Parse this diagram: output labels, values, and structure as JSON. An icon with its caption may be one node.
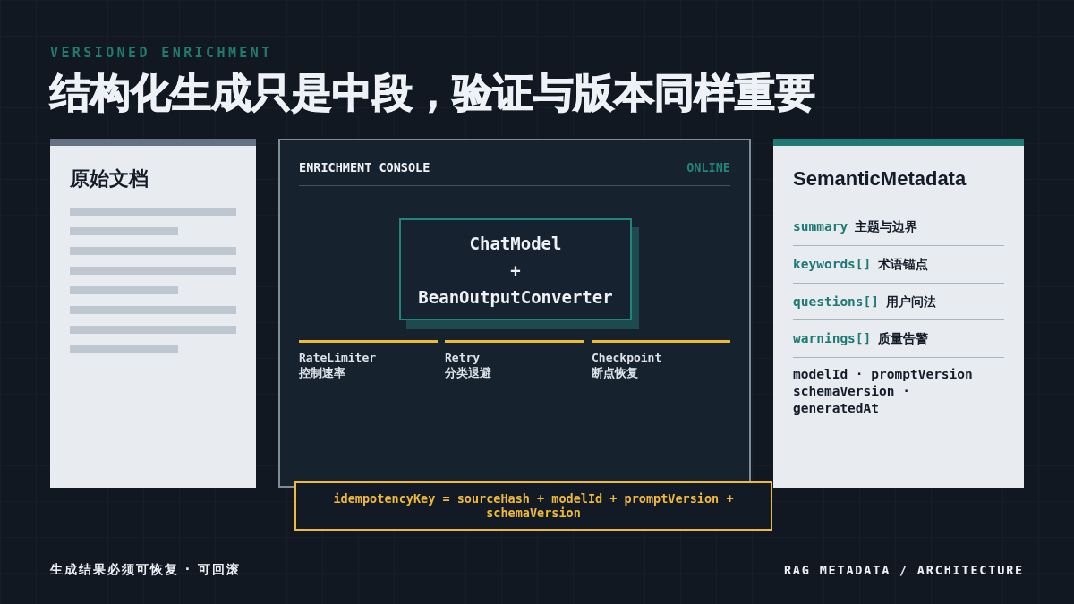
{
  "diagram": {
    "title": "结构化生成只是中段，验证与版本同样重要",
    "nodes": [
      {
        "text": [
          "原始文档"
        ]
      },
      {
        "text": [
          "ENRICHMENT CONSOLE",
          "ONLINE"
        ]
      },
      {
        "text": [
          "ChatModel",
          "+",
          "BeanOutputConverter"
        ],
        "in": 1
      },
      {
        "text": [
          "RateLimiter",
          "控制速率"
        ],
        "in": 1
      },
      {
        "text": [
          "Retry",
          "分类退避"
        ],
        "in": 1
      },
      {
        "text": [
          "Checkpoint",
          "断点恢复"
        ],
        "in": 1
      },
      {
        "text": [
          "SemanticMetadata",
          "summary",
          "主题与边界",
          "keywords[]",
          "术语锚点",
          "questions[]",
          "用户问法",
          "warnings[]",
          "质量告警",
          "modelId · promptVersion schemaVersion · generatedAt"
        ]
      },
      {
        "text": [
          "idempotencyKey = sourceHash + modelId + promptVersion + schemaVersion"
        ]
      }
    ],
    "labels": [
      "VERSIONED ENRICHMENT",
      "生成结果必须可恢复 · 可回滚",
      "RAG METADATA / ARCHITECTURE"
    ]
  }
}
